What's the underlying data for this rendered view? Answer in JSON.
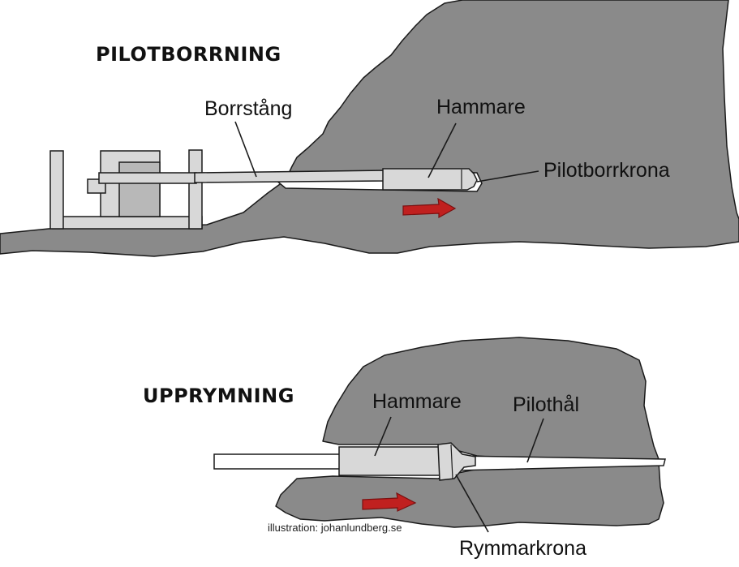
{
  "top": {
    "title": "PILOTBORRNING",
    "labels": {
      "borrstang": "Borrstång",
      "hammare": "Hammare",
      "pilotborrkrona": "Pilotborrkrona"
    }
  },
  "bottom": {
    "title": "UPPRYMNING",
    "labels": {
      "hammare": "Hammare",
      "pilothal": "Pilothål",
      "rymmarkrona": "Rymmarkrona"
    }
  },
  "credit": "illustration: johanlundberg.se",
  "colors": {
    "rock": "#8a8a8a",
    "equipment": "#d8d8d8",
    "outline": "#1a1a1a",
    "arrow": "#c0201f",
    "background": "#ffffff"
  }
}
